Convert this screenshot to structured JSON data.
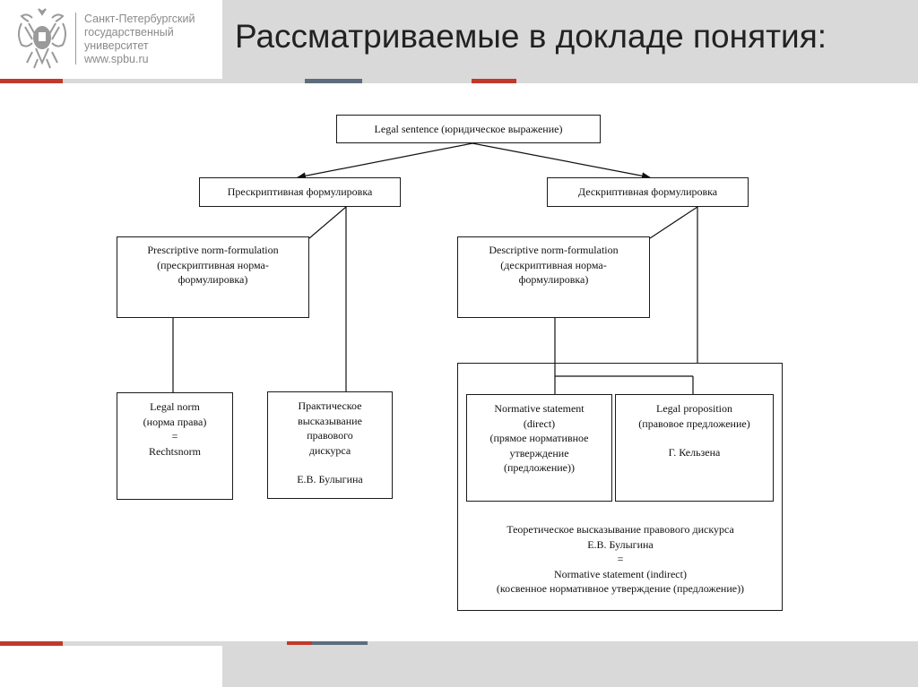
{
  "header": {
    "logo_lines": [
      "Санкт-Петербургский",
      "государственный",
      "университет",
      "www.spbu.ru"
    ],
    "title": "Рассматриваемые в докладе понятия:"
  },
  "colors": {
    "accent_red": "#c0392b",
    "accent_slate": "#5d6d7e",
    "band_gray": "#d9d9d9"
  },
  "diagram": {
    "root": {
      "lines": [
        "Legal sentence (юридическое выражение)"
      ]
    },
    "prescriptive": {
      "lines": [
        "Прескриптивная формулировка"
      ]
    },
    "descriptive": {
      "lines": [
        "Дескриптивная формулировка"
      ]
    },
    "prescriptive_norm": {
      "lines": [
        "Prescriptive norm-formulation",
        "(прескриптивная норма-",
        "формулировка)"
      ]
    },
    "descriptive_norm": {
      "lines": [
        "Descriptive norm-formulation",
        "(дескриптивная норма-",
        "формулировка)"
      ]
    },
    "legal_norm": {
      "lines": [
        "Legal norm",
        "(норма права)",
        "=",
        "Rechtsnorm"
      ]
    },
    "practical": {
      "lines": [
        "Практическое",
        "высказывание",
        "правового",
        "дискурса"
      ],
      "author": "Е.В. Булыгина"
    },
    "normative_statement": {
      "lines": [
        "Normative statement",
        "(direct)",
        "(прямое нормативное",
        "утверждение",
        "(предложение))"
      ]
    },
    "legal_proposition": {
      "lines": [
        "Legal proposition",
        "(правовое предложение)"
      ],
      "author": "Г. Кельзена"
    },
    "theoretical": {
      "lines": [
        "Теоретическое высказывание правового дискурса",
        "Е.В. Булыгина",
        "=",
        "Normative statement (indirect)",
        "(косвенное нормативное утверждение (предложение))"
      ]
    }
  }
}
